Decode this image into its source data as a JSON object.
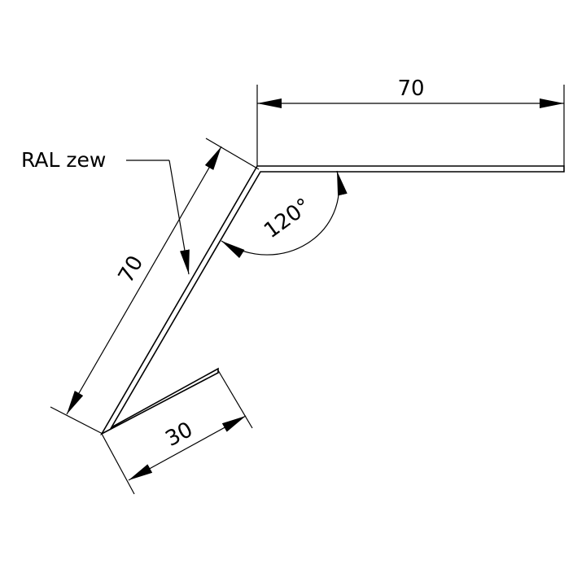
{
  "drawing": {
    "note_label": "RAL zew",
    "dimensions": {
      "top_length": "70",
      "slant_length": "70",
      "hem_length": "30",
      "angle": "120°"
    },
    "colors": {
      "line": "#000000",
      "background": "#ffffff"
    }
  }
}
